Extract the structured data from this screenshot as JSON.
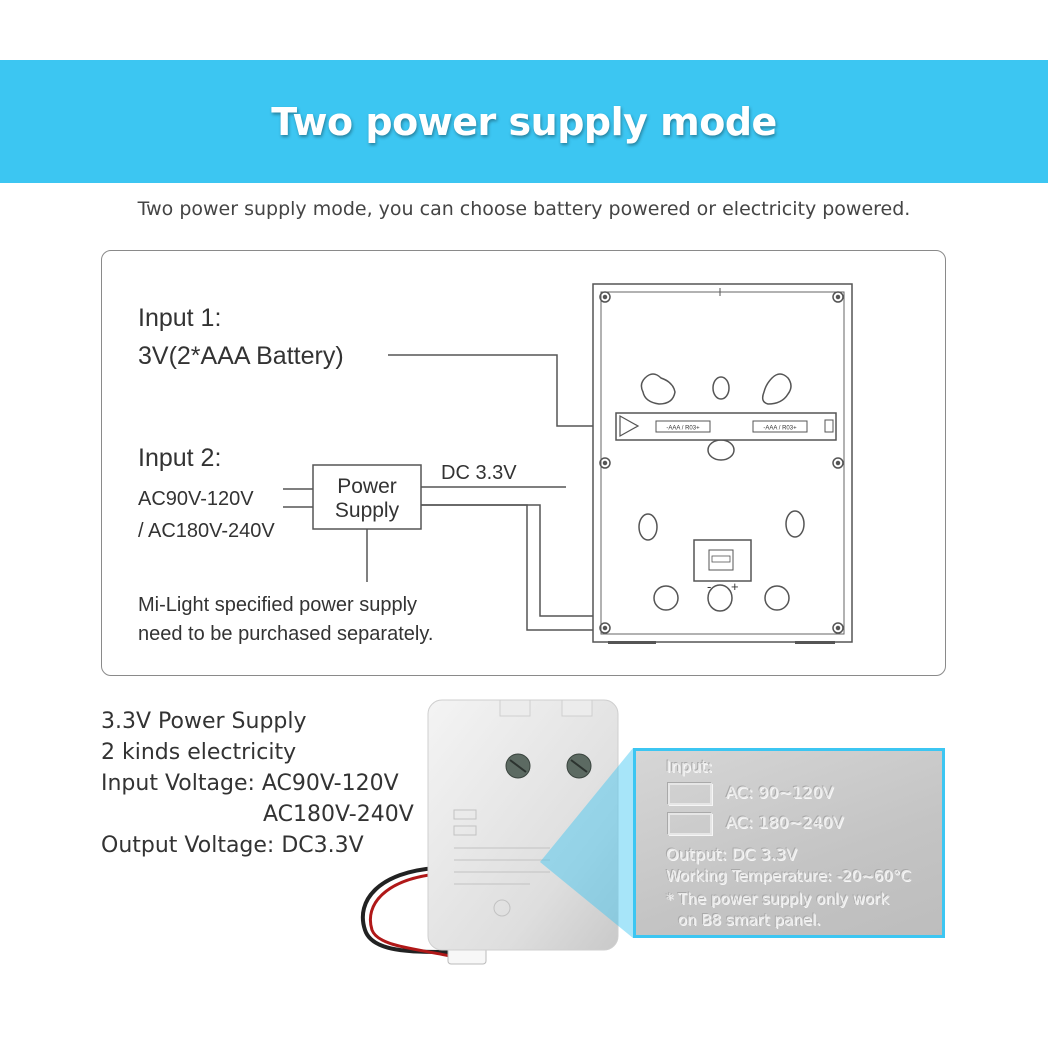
{
  "header": {
    "title": "Two power supply mode"
  },
  "subtitle": "Two power supply mode, you can choose battery powered or electricity powered.",
  "diagram": {
    "input1_label": "Input 1:",
    "input1_value": "3V(2*AAA Battery)",
    "input2_label": "Input 2:",
    "ac_line1": "AC90V-120V",
    "ac_line2": "/ AC180V-240V",
    "power_supply_line1": "Power",
    "power_supply_line2": "Supply",
    "dc_label": "DC 3.3V",
    "note_line1": "Mi-Light specified power supply",
    "note_line2": "need to be purchased separately.",
    "battery_slot1": "-AAA / R03+",
    "battery_slot2": "-AAA / R03+",
    "terminal_minus": "-",
    "terminal_plus": "+"
  },
  "specs": {
    "line1": "3.3V Power Supply",
    "line2": "2 kinds electricity",
    "line3": "Input Voltage: AC90V-120V",
    "line4": "AC180V-240V",
    "line5": "Output Voltage: DC3.3V"
  },
  "label_zoom": {
    "input": "Input:",
    "ac1": "AC: 90~120V",
    "ac2": "AC: 180~240V",
    "output": "Output: DC 3.3V",
    "temperature": "Working Temperature: -20~60°C",
    "note_line1": "* The power supply only work",
    "note_line2": "on B8 smart panel."
  },
  "colors": {
    "accent": "#3cc6f2",
    "line": "#555555"
  }
}
